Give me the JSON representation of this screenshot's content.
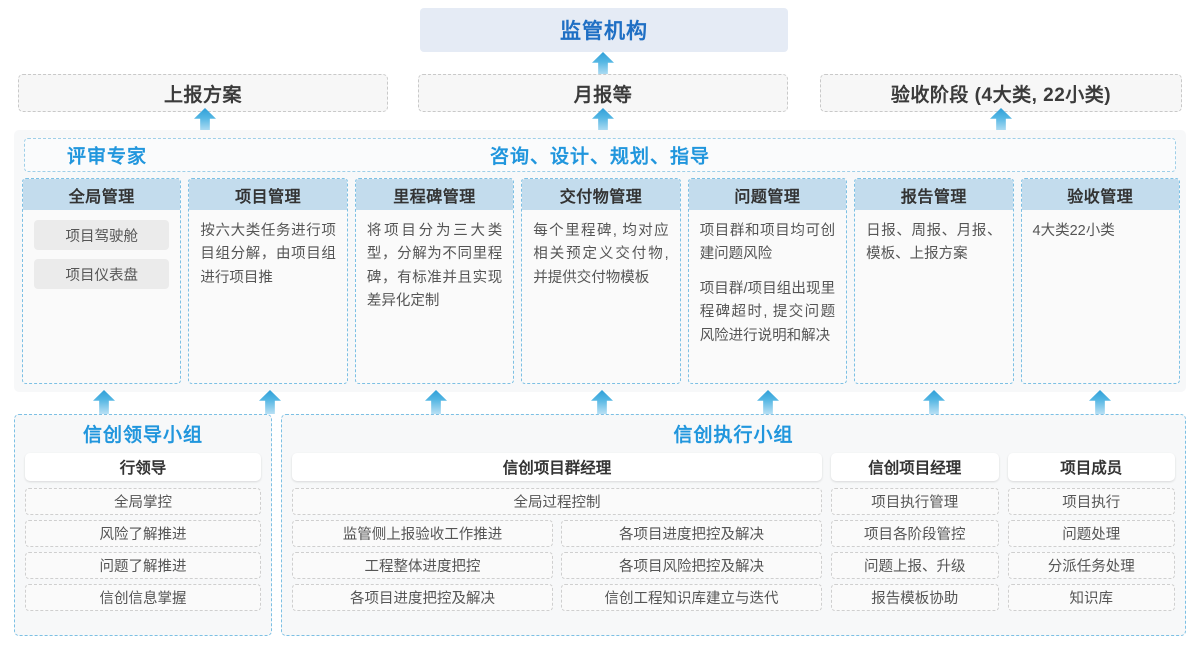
{
  "top": {
    "title": "监管机构"
  },
  "reports": [
    {
      "label": "上报方案"
    },
    {
      "label": "月报等"
    },
    {
      "label": "验收阶段 (4大类, 22小类)"
    }
  ],
  "middle": {
    "left_label": "评审专家",
    "center_label": "咨询、设计、规划、指导"
  },
  "cards": [
    {
      "title": "全局管理",
      "pills": [
        "项目驾驶舱",
        "项目仪表盘"
      ],
      "paragraphs": []
    },
    {
      "title": "项目管理",
      "pills": [],
      "paragraphs": [
        "按六大类任务进行项目组分解，由项目组进行项目推"
      ]
    },
    {
      "title": "里程碑管理",
      "pills": [],
      "paragraphs": [
        "将项目分为三大类型，分解为不同里程碑，有标准并且实现差异化定制"
      ]
    },
    {
      "title": "交付物管理",
      "pills": [],
      "paragraphs": [
        "每个里程碑, 均对应相关预定义交付物, 并提供交付物模板"
      ]
    },
    {
      "title": "问题管理",
      "pills": [],
      "paragraphs": [
        "项目群和项目均可创建问题风险",
        "项目群/项目组出现里程碑超时, 提交问题风险进行说明和解决"
      ]
    },
    {
      "title": "报告管理",
      "pills": [],
      "paragraphs": [
        "日报、周报、月报、模板、上报方案"
      ]
    },
    {
      "title": "验收管理",
      "pills": [],
      "paragraphs": [
        "4大类22小类"
      ]
    }
  ],
  "bottom": {
    "lead_group": {
      "title": "信创领导小组",
      "role": "行领导",
      "tasks": [
        "全局掌控",
        "风险了解推进",
        "问题了解推进",
        "信创信息掌握"
      ]
    },
    "exec_group": {
      "title": "信创执行小组",
      "program_manager": {
        "role": "信创项目群经理",
        "full_width_task": "全局过程控制",
        "left_tasks": [
          "监管侧上报验收工作推进",
          "工程整体进度把控",
          "各项目进度把控及解决"
        ],
        "right_tasks": [
          "各项目进度把控及解决",
          "各项目风险把控及解决",
          "信创工程知识库建立与迭代"
        ]
      },
      "project_manager": {
        "role": "信创项目经理",
        "tasks": [
          "项目执行管理",
          "项目各阶段管控",
          "问题上报、升级",
          "报告模板协助"
        ]
      },
      "project_member": {
        "role": "项目成员",
        "tasks": [
          "项目执行",
          "问题处理",
          "分派任务处理",
          "知识库"
        ]
      }
    }
  },
  "colors": {
    "accent_blue": "#2196dd",
    "banner_bg": "#e5ebf5",
    "card_header_bg": "#c3dced",
    "dashed_blue": "#7cc0e4",
    "arrow_top": "#2f9fd8",
    "arrow_bottom": "#b9e0f4"
  }
}
